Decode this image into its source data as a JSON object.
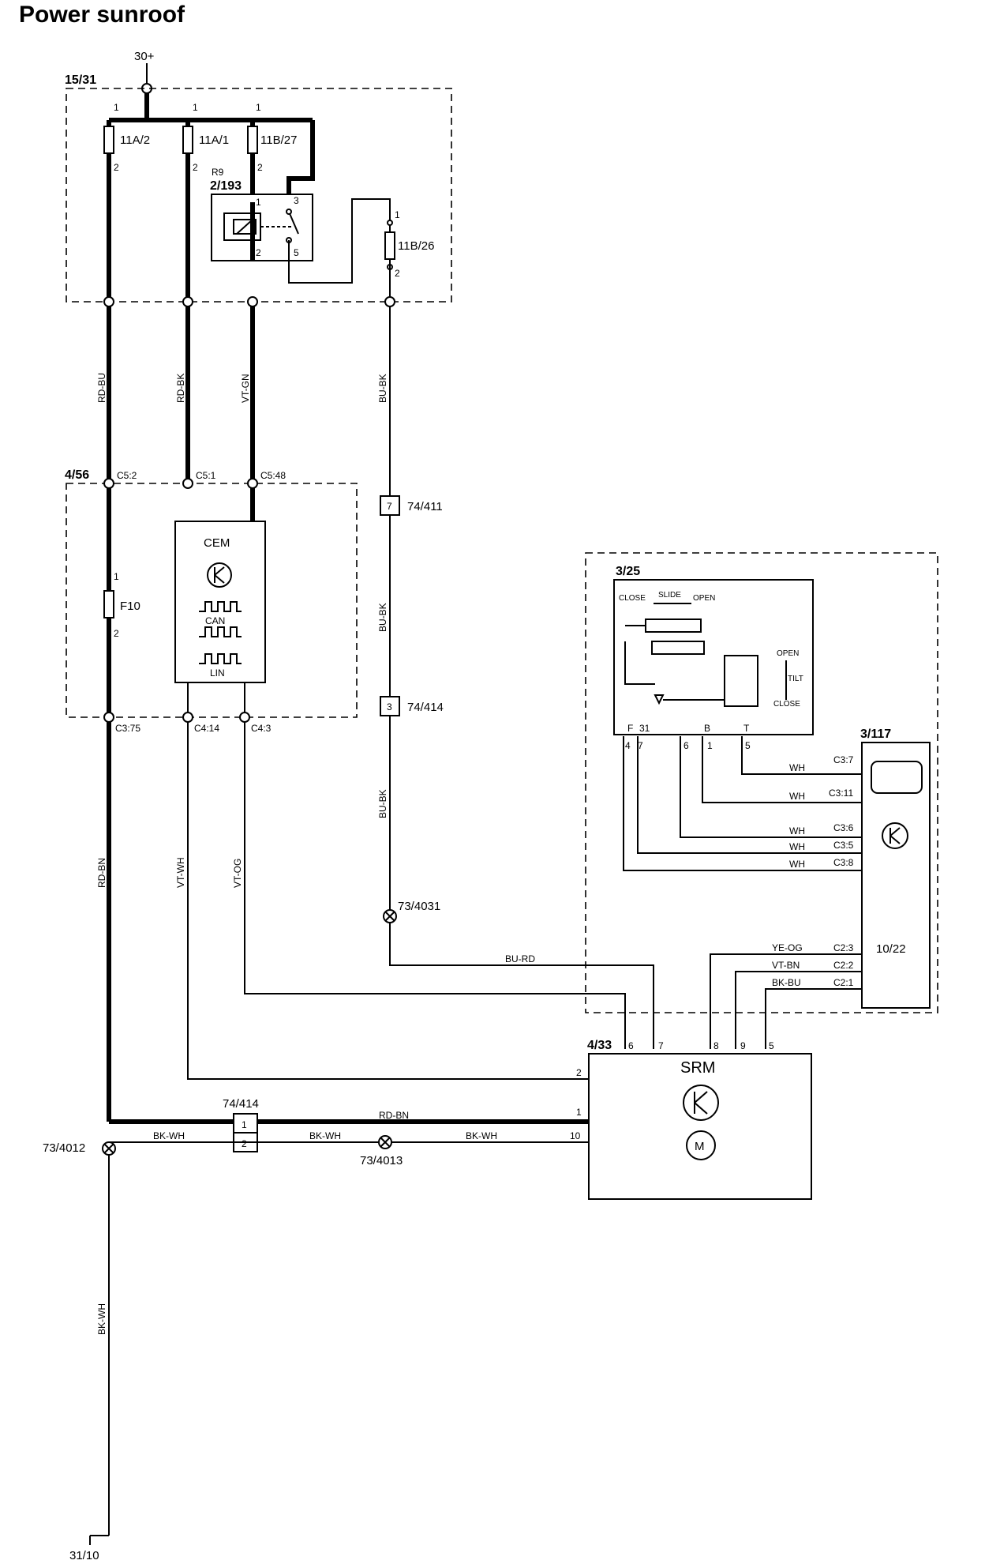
{
  "title": "Power sunroof",
  "supply": {
    "label": "30+",
    "ground": "31/10"
  },
  "modules": {
    "fusebox": "15/31",
    "cem_box": "4/56",
    "cem": "CEM",
    "can": "CAN",
    "lin": "LIN",
    "switch_box": "3/25",
    "switch_module": "3/117",
    "switch_module_sub": "10/22",
    "srm_box": "4/33",
    "srm": "SRM"
  },
  "fuses": {
    "f1": "11A/2",
    "f2": "11A/1",
    "f3": "11B/27",
    "f4": "11B/26",
    "f10": "F10"
  },
  "relay": {
    "id": "R9",
    "label": "2/193"
  },
  "connectors": {
    "c52": "C5:2",
    "c51": "C5:1",
    "c548": "C5:48",
    "c375": "C3:75",
    "c414": "C4:14",
    "c43": "C4:3",
    "c37": "C3:7",
    "c311": "C3:11",
    "c36": "C3:6",
    "c35": "C3:5",
    "c38": "C3:8",
    "c23": "C2:3",
    "c22": "C2:2",
    "c21": "C2:1"
  },
  "junctions": {
    "j411": "74/411",
    "j414a": "74/414",
    "j414b": "74/414",
    "g4031": "73/4031",
    "g4012": "73/4012",
    "g4013": "73/4013"
  },
  "wires": {
    "rd_bu": "RD-BU",
    "rd_bk": "RD-BK",
    "vt_gn": "VT-GN",
    "bu_bk": "BU-BK",
    "rd_bn": "RD-BN",
    "vt_wh": "VT-WH",
    "vt_og": "VT-OG",
    "bu_rd": "BU-RD",
    "wh": "WH",
    "ye_og": "YE-OG",
    "vt_bn": "VT-BN",
    "bk_bu": "BK-BU",
    "bk_wh": "BK-WH"
  },
  "switch_labels": {
    "close": "CLOSE",
    "slide": "SLIDE",
    "open": "OPEN",
    "tilt": "TILT",
    "open2": "OPEN",
    "close2": "CLOSE"
  },
  "pins": {
    "p1": "1",
    "p2": "2",
    "p3": "3",
    "p5": "5",
    "p7": "7",
    "p4": "4",
    "p6": "6",
    "p8": "8",
    "p9": "9",
    "p10": "10",
    "pF": "F",
    "p31": "31",
    "pB": "B",
    "pT": "T"
  }
}
